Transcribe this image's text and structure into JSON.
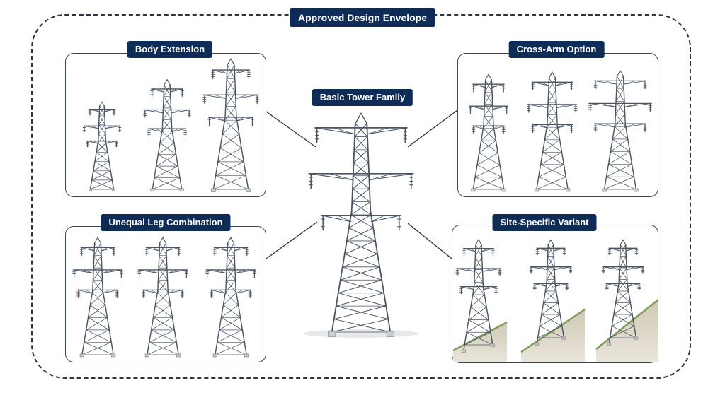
{
  "title": "Approved Design Envelope",
  "center": {
    "label": "Basic Tower Family"
  },
  "panels": {
    "body_extension": {
      "label": "Body Extension"
    },
    "cross_arm_option": {
      "label": "Cross-Arm Option"
    },
    "unequal_leg_combination": {
      "label": "Unequal Leg Combination"
    },
    "site_specific_variant": {
      "label": "Site-Specific Variant"
    }
  },
  "colors": {
    "label_background": "#0f2c57",
    "label_text": "#ffffff",
    "tower_steel": "#4a5563",
    "outline": "#2a3442",
    "terrain": "#b8b09a",
    "vegetation": "#7f9a5a"
  }
}
